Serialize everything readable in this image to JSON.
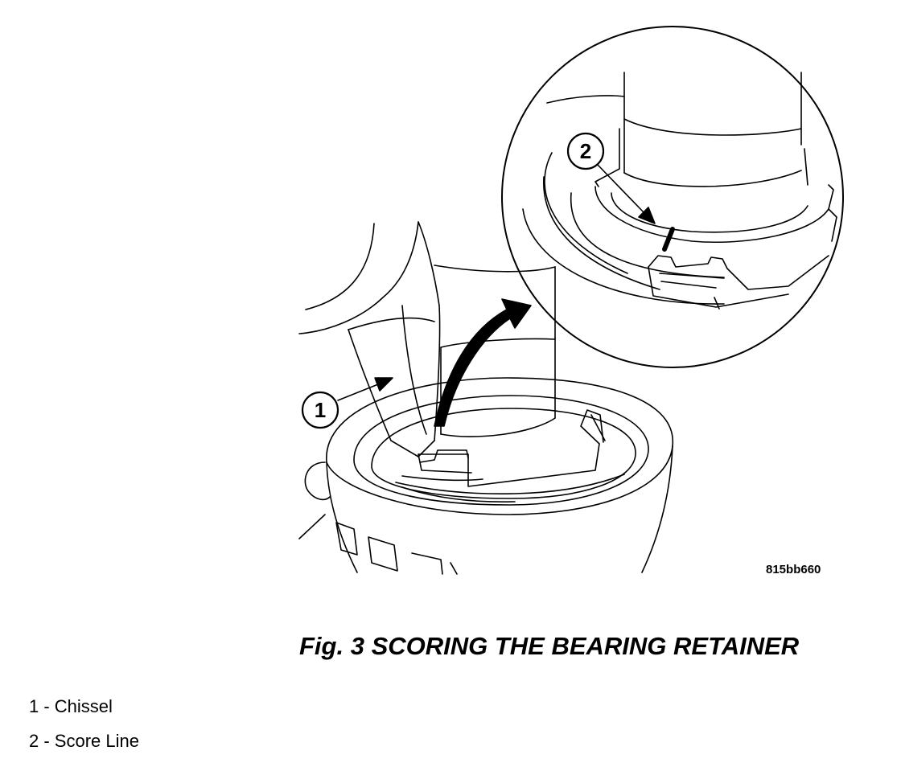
{
  "figure": {
    "callouts": [
      {
        "number": "1"
      },
      {
        "number": "2"
      }
    ],
    "reference_code": "815bb660"
  },
  "caption": {
    "title": "Fig. 3 SCORING THE BEARING RETAINER"
  },
  "legend": [
    {
      "text": "1 - Chissel"
    },
    {
      "text": "2 - Score Line"
    }
  ]
}
